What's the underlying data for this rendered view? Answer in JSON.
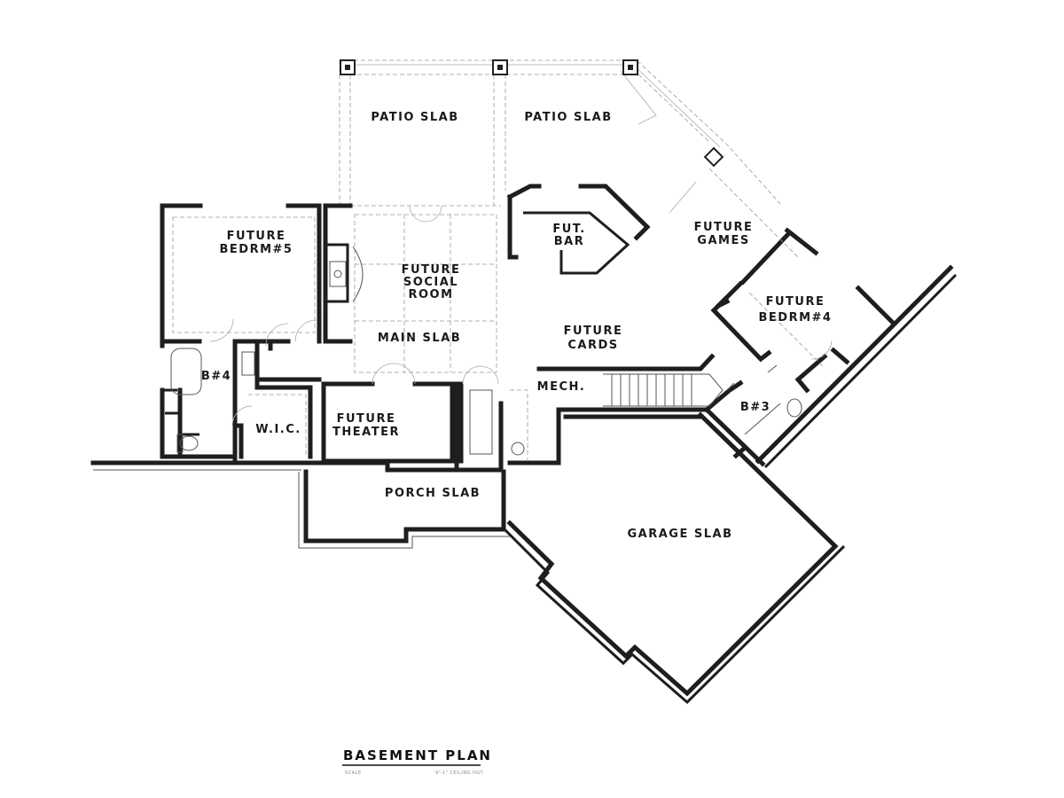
{
  "plan": {
    "title": "BASEMENT PLAN",
    "scale_caption": "SCALE",
    "ceiling_caption": "9'-1\" CEILING HGT.",
    "rooms": {
      "patio_1": "PATIO SLAB",
      "patio_2": "PATIO SLAB",
      "fut_bar_1": "FUT.",
      "fut_bar_2": "BAR",
      "future_games_1": "FUTURE",
      "future_games_2": "GAMES",
      "future_bedrm5_1": "FUTURE",
      "future_bedrm5_2": "BEDRM#5",
      "future_social_1": "FUTURE",
      "future_social_2": "SOCIAL",
      "future_social_3": "ROOM",
      "future_bedrm4_1": "FUTURE",
      "future_bedrm4_2": "BEDRM#4",
      "future_cards_1": "FUTURE",
      "future_cards_2": "CARDS",
      "main_slab": "MAIN SLAB",
      "bath4": "B#4",
      "mech": "MECH.",
      "bath3": "B#3",
      "wic": "W.I.C.",
      "future_theater_1": "FUTURE",
      "future_theater_2": "THEATER",
      "porch_slab": "PORCH SLAB",
      "garage_slab": "GARAGE SLAB"
    }
  }
}
